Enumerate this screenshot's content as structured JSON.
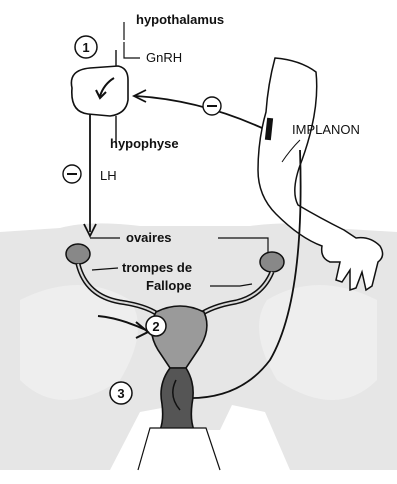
{
  "labels": {
    "hypothalamus": "hypothalamus",
    "gnrh": "GnRH",
    "hypophyse": "hypophyse",
    "lh": "LH",
    "implanon": "IMPLANON",
    "ovaires": "ovaires",
    "trompes_line1": "trompes de",
    "trompes_line2": "Fallope"
  },
  "markers": {
    "step1": "1",
    "step2": "2",
    "step3": "3",
    "inhibit_lh": "⊖",
    "inhibit_implanon": "⊖"
  },
  "colors": {
    "ink": "#111111",
    "pelvis_shade": "#e6e6e6",
    "uterus_fill": "#9a9a9a",
    "vagina_fill": "#555555",
    "arm_fill": "#ffffff",
    "implant": "#111111"
  }
}
